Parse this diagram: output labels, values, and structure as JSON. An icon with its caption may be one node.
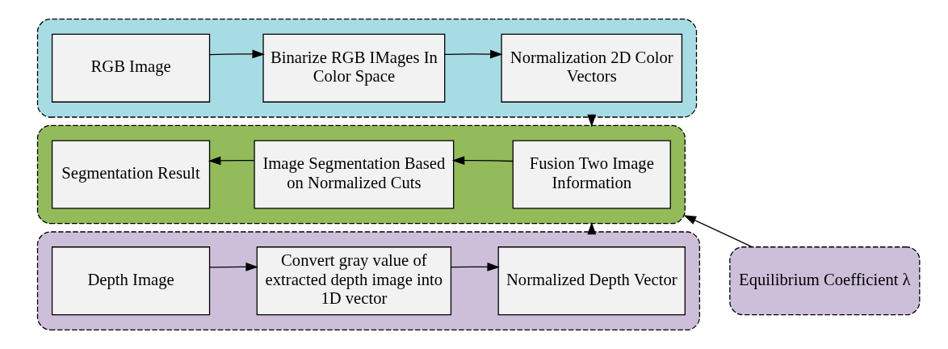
{
  "diagram": {
    "nodes": [
      {
        "text": [],
        "shape": "box"
      },
      {
        "text": [
          "RGB Image"
        ],
        "in": 0
      },
      {
        "text": [
          "Binarize RGB IMages In Color Space"
        ],
        "in": 0
      },
      {
        "text": [
          "Normalization 2D Color Vectors"
        ],
        "in": 0
      },
      {
        "text": [],
        "shape": "box"
      },
      {
        "text": [
          "Segmentation Result"
        ],
        "in": 4
      },
      {
        "text": [
          "Image Segmentation Based on Normalized Cuts"
        ],
        "in": 4
      },
      {
        "text": [
          "Fusion Two Image Information"
        ],
        "in": 4
      },
      {
        "text": [],
        "shape": "box"
      },
      {
        "text": [
          "Depth Image"
        ],
        "in": 8
      },
      {
        "text": [
          "Convert gray value of extracted depth image into 1D vector"
        ],
        "in": 8
      },
      {
        "text": [
          "Normalized Depth Vector"
        ],
        "in": 8
      },
      {
        "text": [
          "Equilibrium Coefficient λ"
        ]
      }
    ],
    "edges": [
      {
        "from": 1,
        "to": 2,
        "arrow": "to"
      },
      {
        "from": 2,
        "to": 3,
        "arrow": "to"
      },
      {
        "from": 0,
        "to": 4,
        "arrow": "to"
      },
      {
        "from": 7,
        "to": 6,
        "arrow": "to"
      },
      {
        "from": 6,
        "to": 5,
        "arrow": "to"
      },
      {
        "from": 9,
        "to": 10,
        "arrow": "to"
      },
      {
        "from": 10,
        "to": 11,
        "arrow": "to"
      },
      {
        "from": 8,
        "to": 4,
        "arrow": "to"
      },
      {
        "from": 12,
        "to": 4,
        "arrow": "to"
      }
    ]
  }
}
